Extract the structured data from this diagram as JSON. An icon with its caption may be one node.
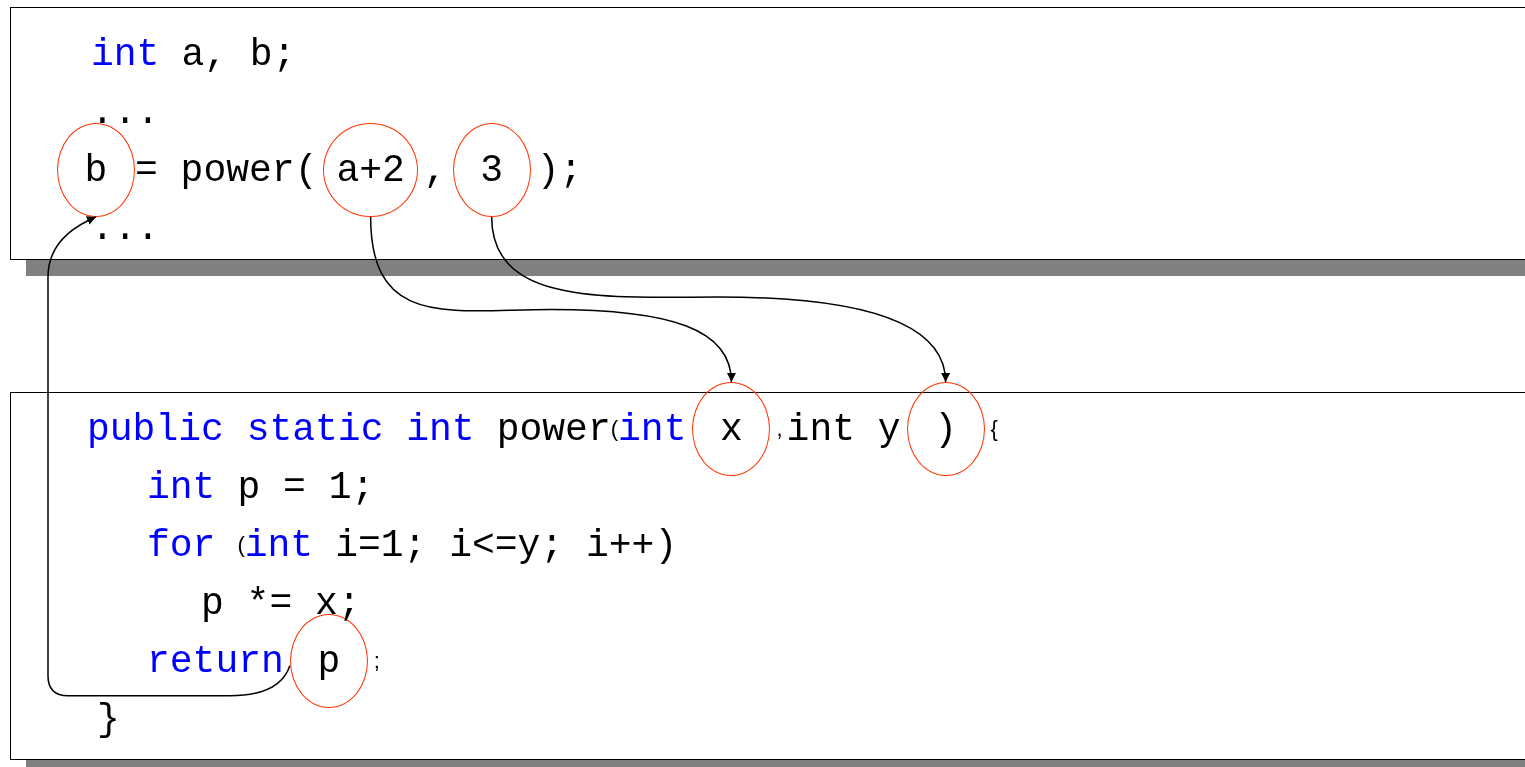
{
  "diagram": {
    "nodes": [
      {
        "text": [
          "int",
          "a, b;",
          "...",
          "= power(",
          ",",
          ");",
          "..."
        ]
      },
      {
        "text": [
          "b"
        ],
        "in": 0
      },
      {
        "text": [
          "a+2"
        ],
        "in": 0
      },
      {
        "text": [
          "3"
        ],
        "in": 0
      },
      {
        "text": [
          "public static int",
          "power",
          "(",
          "int",
          ",",
          "int y",
          "{",
          "int",
          "p = 1;",
          "for",
          "(",
          "int",
          "i=1; i<=y; i++)",
          "p *= x;",
          "return",
          ";",
          "}"
        ]
      },
      {
        "text": [
          "x"
        ],
        "in": 4
      },
      {
        "text": [
          ")"
        ],
        "in": 4
      },
      {
        "text": [
          "p"
        ],
        "in": 4
      }
    ],
    "edges": [
      {
        "from": 2,
        "to": 5,
        "arrow": "to"
      },
      {
        "from": 3,
        "to": 6,
        "arrow": "to"
      },
      {
        "from": 7,
        "to": 1,
        "arrow": "to"
      }
    ]
  }
}
